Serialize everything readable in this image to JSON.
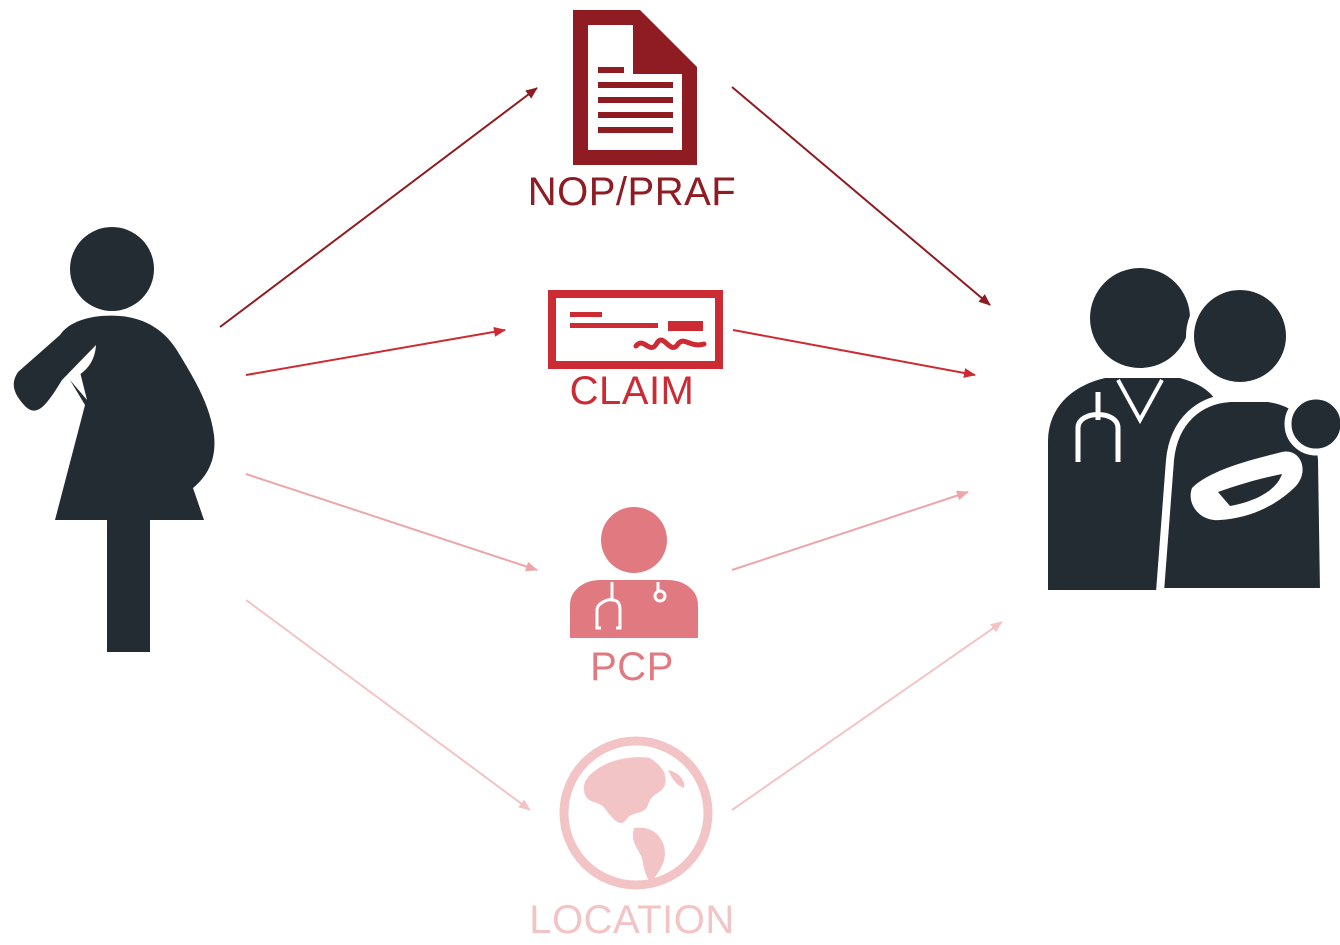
{
  "colors": {
    "dark": "#242c33",
    "nop": "#8e1c22",
    "claim": "#cd2b33",
    "pcp": "#e07a80",
    "location": "#f3c4c5"
  },
  "nodes": {
    "patient": {
      "icon": "pregnant-woman-icon"
    },
    "nop_praf": {
      "label": "NOP/PRAF",
      "icon": "document-icon"
    },
    "claim": {
      "label": "CLAIM",
      "icon": "check-claim-icon"
    },
    "pcp": {
      "label": "PCP",
      "icon": "doctor-icon"
    },
    "location": {
      "label": "LOCATION",
      "icon": "globe-icon"
    },
    "care_team": {
      "icon": "doctor-with-mother-and-baby-icon"
    }
  }
}
